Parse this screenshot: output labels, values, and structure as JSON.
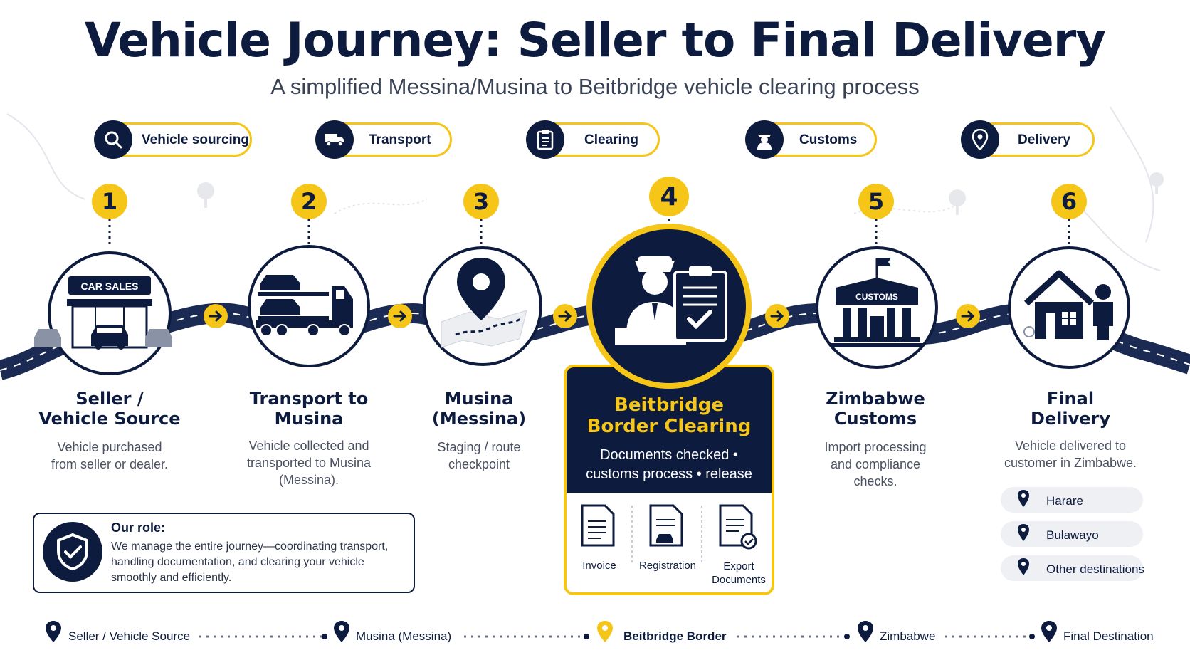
{
  "header": {
    "title": "Vehicle Journey: Seller to Final Delivery",
    "subtitle": "A simplified Messina/Musina to Beitbridge vehicle clearing process"
  },
  "categories": [
    {
      "label": "Vehicle sourcing",
      "icon": "search-icon"
    },
    {
      "label": "Transport",
      "icon": "truck-icon"
    },
    {
      "label": "Clearing",
      "icon": "clipboard-icon"
    },
    {
      "label": "Customs",
      "icon": "officer-icon"
    },
    {
      "label": "Delivery",
      "icon": "location-pin-icon"
    }
  ],
  "steps": [
    {
      "number": "1",
      "title_line1": "Seller /",
      "title_line2": "Vehicle Source",
      "desc_line1": "Vehicle purchased",
      "desc_line2": "from seller or dealer.",
      "desc_line3": "",
      "sign": "CAR SALES"
    },
    {
      "number": "2",
      "title_line1": "Transport to",
      "title_line2": "Musina",
      "desc_line1": "Vehicle collected and",
      "desc_line2": "transported to Musina",
      "desc_line3": "(Messina)."
    },
    {
      "number": "3",
      "title_line1": "Musina",
      "title_line2": "(Messina)",
      "desc_line1": "Staging / route",
      "desc_line2": "checkpoint",
      "desc_line3": ""
    },
    {
      "number": "4",
      "title_line1": "Beitbridge",
      "title_line2": "Border Clearing",
      "desc_line1": "Documents checked •",
      "desc_line2": "customs process • release",
      "desc_line3": ""
    },
    {
      "number": "5",
      "title_line1": "Zimbabwe",
      "title_line2": "Customs",
      "desc_line1": "Import processing",
      "desc_line2": "and compliance",
      "desc_line3": "checks.",
      "sign": "CUSTOMS"
    },
    {
      "number": "6",
      "title_line1": "Final",
      "title_line2": "Delivery",
      "desc_line1": "Vehicle delivered to",
      "desc_line2": "customer in Zimbabwe.",
      "desc_line3": ""
    }
  ],
  "documents": [
    {
      "label_line1": "Invoice",
      "label_line2": ""
    },
    {
      "label_line1": "Registration",
      "label_line2": ""
    },
    {
      "label_line1": "Export",
      "label_line2": "Documents"
    }
  ],
  "role": {
    "heading": "Our role:",
    "line1": "We manage the entire journey—coordinating transport,",
    "line2": "handling documentation, and clearing your vehicle",
    "line3": "smoothly and efficiently."
  },
  "destinations": [
    "Harare",
    "Bulawayo",
    "Other destinations"
  ],
  "route_bar": [
    "Seller / Vehicle Source",
    "Musina (Messina)",
    "Beitbridge Border",
    "Zimbabwe",
    "Final Destination"
  ],
  "colors": {
    "navy": "#0d1b3e",
    "yellow": "#f5c518",
    "gray": "#eef0f4"
  }
}
